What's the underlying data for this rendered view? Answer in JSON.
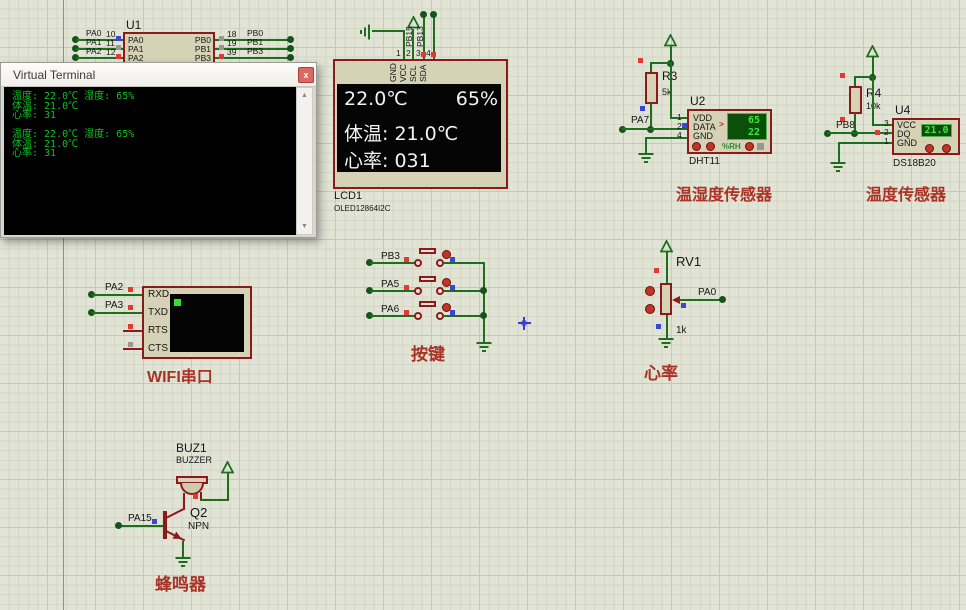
{
  "terminal": {
    "title": "Virtual Terminal",
    "close_label": "x",
    "scroll_up": "▲",
    "scroll_down": "▼",
    "lines": [
      "温度: 22.0℃ 湿度: 65%",
      "体温: 21.0℃",
      "心率: 31",
      "",
      "温度: 22.0℃ 湿度: 65%",
      "体温: 21.0℃",
      "心率: 31"
    ]
  },
  "u1": {
    "ref": "U1",
    "l_nets": [
      "PA0",
      "PA1",
      "PA2"
    ],
    "l_nums": [
      "10",
      "11",
      "12"
    ],
    "l_pins": [
      "PA0",
      "PA1",
      "PA2"
    ],
    "r_pins": [
      "PB0",
      "PB1",
      "PB3"
    ],
    "r_nums": [
      "18",
      "19",
      "39"
    ],
    "r_nets": [
      "PB0",
      "PB1",
      "PB3"
    ]
  },
  "lcd": {
    "ref": "LCD1",
    "model": "OLED12864I2C",
    "pin_nums": [
      "1",
      "2",
      "3",
      "4"
    ],
    "pin_names": [
      "GND",
      "VCC",
      "SCL",
      "SDA"
    ],
    "nets": [
      "PB15",
      "PB13"
    ],
    "temp": "22.0℃",
    "hum": "65%",
    "line2": "体温: 21.0℃",
    "line3": "心率: 031"
  },
  "dht": {
    "ref": "U2",
    "model": "DHT11",
    "caption": "温湿度传感器",
    "net": "PA7",
    "res_ref": "R3",
    "res_val": "5k",
    "pin_nums": [
      "1",
      "2",
      "4"
    ],
    "pin_names": [
      "VDD",
      "DATA",
      "GND"
    ],
    "val_top": "65",
    "val_bottom": "22",
    "rh": "%RH"
  },
  "ds": {
    "ref": "U4",
    "model": "DS18B20",
    "caption": "温度传感器",
    "net": "PB8",
    "res_ref": "R4",
    "res_val": "10k",
    "pin_nums": [
      "3",
      "2",
      "1"
    ],
    "pin_names": [
      "VCC",
      "DQ",
      "GND"
    ],
    "value": "21.0"
  },
  "wifi": {
    "caption": "WIFI串口",
    "nets": [
      "PA2",
      "PA3"
    ],
    "pins": [
      "RXD",
      "TXD",
      "RTS",
      "CTS"
    ]
  },
  "keys": {
    "caption": "按键",
    "nets": [
      "PB3",
      "PA5",
      "PA6"
    ]
  },
  "pot": {
    "ref": "RV1",
    "val": "1k",
    "net": "PA0",
    "caption": "心率"
  },
  "buz": {
    "ref": "BUZ1",
    "model": "BUZZER",
    "q_ref": "Q2",
    "q_type": "NPN",
    "net": "PA15",
    "caption": "蜂鸣器"
  }
}
